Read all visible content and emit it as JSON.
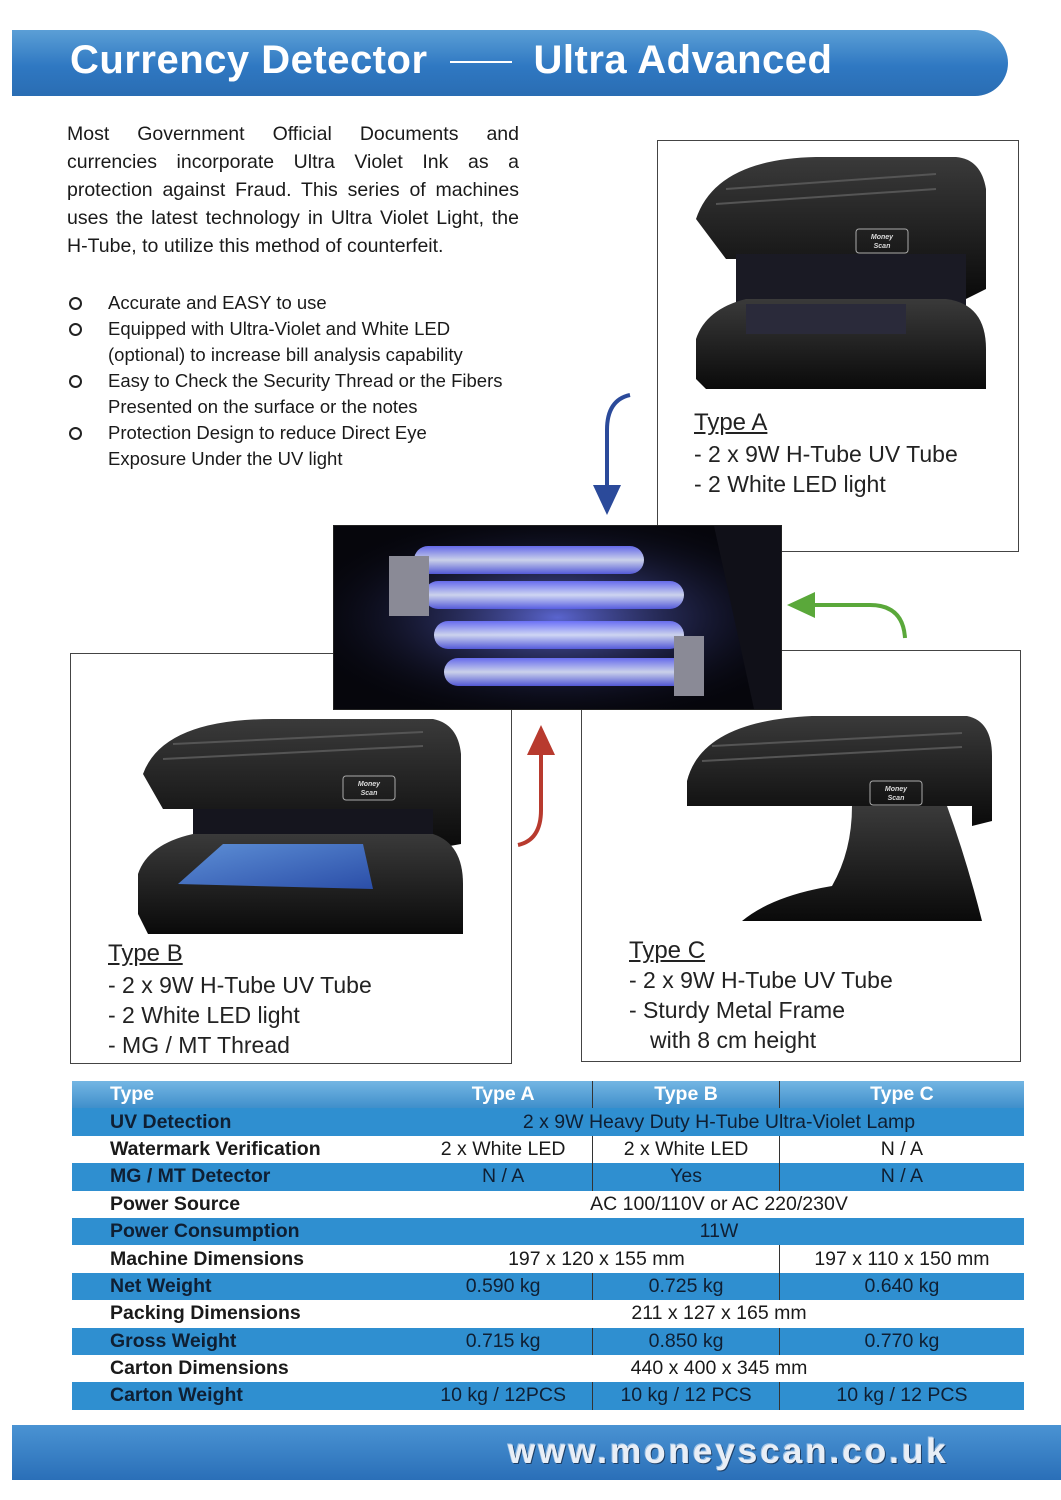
{
  "header": {
    "title_left": "Currency Detector",
    "title_right": "Ultra Advanced"
  },
  "intro": "Most Government Official Documents and currencies incorporate Ultra Violet Ink as a protection against Fraud. This series of machines uses the latest technology in Ultra Violet Light, the H-Tube, to utilize this method of counterfeit.",
  "features": [
    "Accurate and EASY to use",
    "Equipped with Ultra-Violet and White LED (optional) to increase bill analysis capability",
    "Easy to Check the Security Thread or the Fibers Presented on the surface or the notes",
    "Protection Design to reduce Direct Eye Exposure Under the UV light"
  ],
  "products": {
    "a": {
      "title": "Type A",
      "specs": [
        "- 2 x 9W H-Tube UV Tube",
        "- 2 White LED light"
      ]
    },
    "b": {
      "title": "Type B",
      "specs": [
        "- 2 x 9W H-Tube UV Tube",
        "- 2 White LED light",
        "- MG / MT Thread"
      ]
    },
    "c": {
      "title": "Type C",
      "specs": [
        "- 2 x 9W H-Tube UV Tube",
        "- Sturdy Metal Frame",
        "with 8 cm height"
      ]
    }
  },
  "brand_logo": {
    "line1": "Money",
    "line2": "Scan"
  },
  "arrow_colors": {
    "a": "#2b4a9a",
    "b": "#b83a2e",
    "c": "#5aa83a"
  },
  "table": {
    "header": [
      "Type",
      "Type A",
      "Type B",
      "Type C"
    ],
    "rows": [
      {
        "label": "UV  Detection",
        "span": "2 x 9W Heavy Duty H-Tube Ultra-Violet Lamp"
      },
      {
        "label": "Watermark Verification",
        "cells": [
          "2 x White LED",
          "2 x White LED",
          "N / A"
        ]
      },
      {
        "label": "MG / MT Detector",
        "cells": [
          "N / A",
          "Yes",
          "N / A"
        ]
      },
      {
        "label": "Power Source",
        "span": "AC 100/110V or AC 220/230V"
      },
      {
        "label": "Power Consumption",
        "span": "11W"
      },
      {
        "label": "Machine Dimensions",
        "ab": "197 x 120 x 155 mm",
        "c": "197 x 110 x 150 mm"
      },
      {
        "label": "Net Weight",
        "cells": [
          "0.590 kg",
          "0.725 kg",
          "0.640 kg"
        ]
      },
      {
        "label": "Packing Dimensions",
        "span": "211 x 127 x 165 mm"
      },
      {
        "label": "Gross Weight",
        "cells": [
          "0.715 kg",
          "0.850 kg",
          "0.770 kg"
        ]
      },
      {
        "label": "Carton Dimensions",
        "span": "440 x 400 x 345 mm"
      },
      {
        "label": "Carton Weight",
        "cells": [
          "10 kg / 12PCS",
          "10 kg / 12 PCS",
          "10 kg / 12 PCS"
        ]
      }
    ]
  },
  "footer": {
    "url": "www.moneyscan.co.uk"
  }
}
